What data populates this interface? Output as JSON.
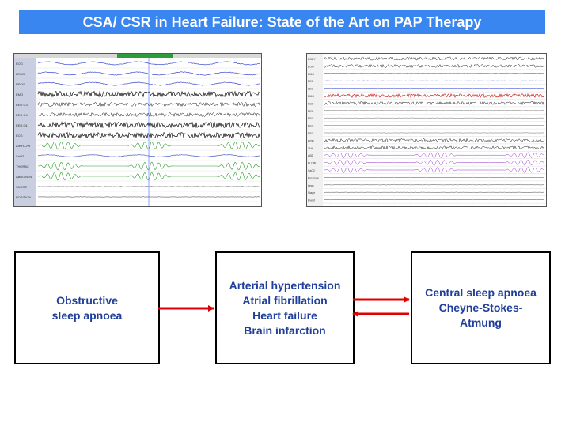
{
  "title": "CSA/ CSR in Heart Failure: State of the Art on PAP Therapy",
  "psg_left": {
    "header": "",
    "channels": [
      "EOG",
      "LEOG",
      "REOG",
      "EMG",
      "EEG C3",
      "EEG C4",
      "EEG O1",
      "ECG",
      "AIRFLOW",
      "SaO2",
      "THORAX",
      "ABDOMEN",
      "SNORE",
      "POSITION"
    ]
  },
  "psg_right": {
    "channels": [
      "BODY",
      "EOG",
      "EMG",
      "EEG",
      "LEG",
      "EMG",
      "ECG",
      "EEG",
      "EEG",
      "EEG",
      "EEG",
      "BPM",
      "THX",
      "ABD",
      "FLOW",
      "SaO2",
      "Pressure",
      "Leak",
      "Stage",
      "Event"
    ]
  },
  "colors": {
    "title_bg": "#3a86f0",
    "box_text": "#1f3f9a",
    "arrow": "#e00000"
  },
  "boxes": {
    "osa": {
      "lines": [
        "Obstructive",
        "sleep apnoea"
      ]
    },
    "cardio": {
      "lines": [
        "Arterial hypertension",
        "Atrial fibrillation",
        "Heart failure",
        "Brain infarction"
      ]
    },
    "csa": {
      "lines": [
        "Central sleep apnoea",
        "Cheyne-Stokes-",
        "Atmung"
      ]
    }
  }
}
